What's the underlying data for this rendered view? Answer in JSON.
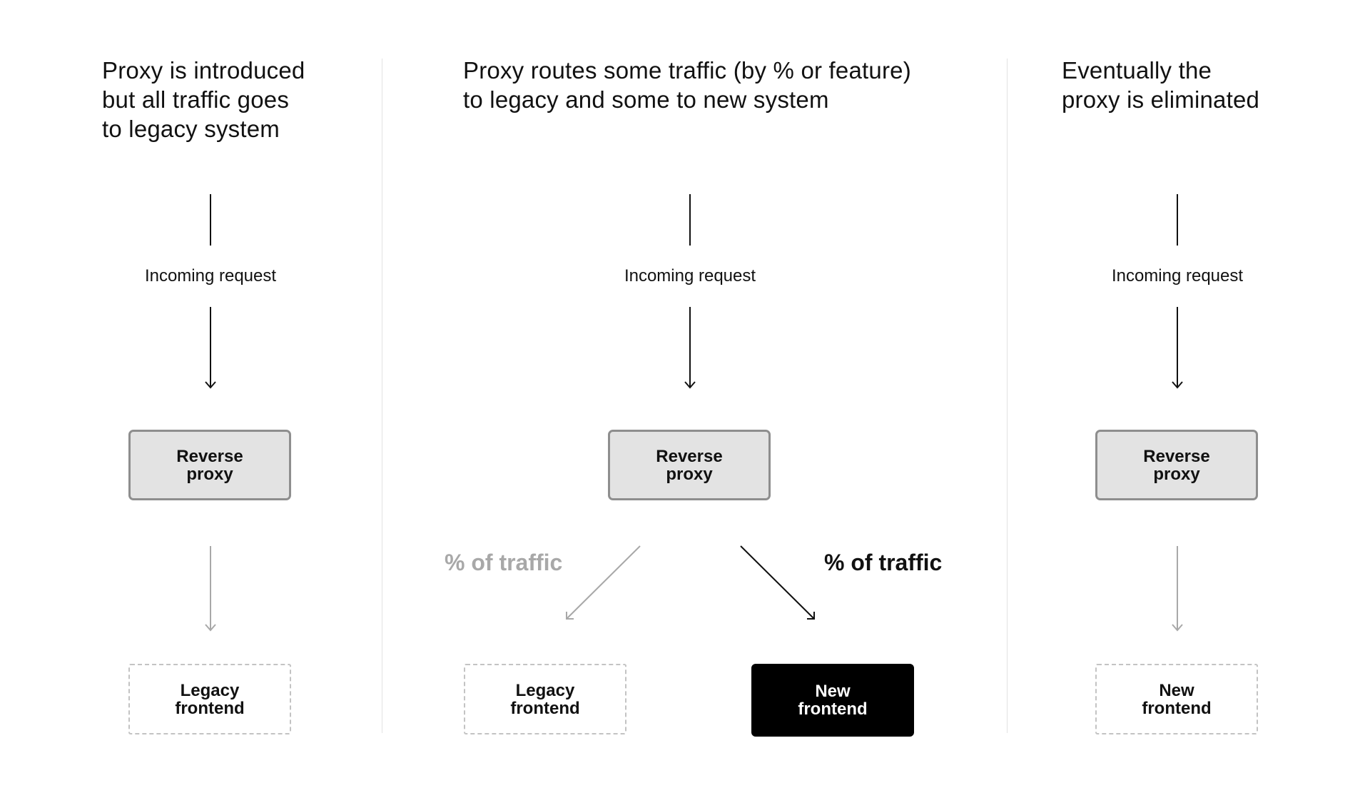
{
  "columns": [
    {
      "heading": [
        "Proxy is introduced",
        "but all traffic goes",
        "to legacy system"
      ],
      "incoming_label": "Incoming request",
      "proxy_box": [
        "Reverse",
        "proxy"
      ],
      "target_box": [
        "Legacy",
        "frontend"
      ]
    },
    {
      "heading": [
        "Proxy routes some traffic (by % or feature)",
        "to legacy and some to new system"
      ],
      "incoming_label": "Incoming request",
      "proxy_box": [
        "Reverse",
        "proxy"
      ],
      "left_traffic_label": "% of traffic",
      "right_traffic_label": "% of traffic",
      "legacy_box": [
        "Legacy",
        "frontend"
      ],
      "new_box": [
        "New",
        "frontend"
      ]
    },
    {
      "heading": [
        "Eventually the",
        "proxy is eliminated"
      ],
      "incoming_label": "Incoming request",
      "proxy_box": [
        "Reverse",
        "proxy"
      ],
      "target_box": [
        "New",
        "frontend"
      ]
    }
  ],
  "colors": {
    "text": "#111111",
    "muted": "#a8a8a8",
    "proxy_fill": "#e3e3e3",
    "proxy_border": "#8e8e8e",
    "dashed_border": "#c3c3c3",
    "new_frontend_fill": "#000000",
    "divider": "#e2e2e2"
  }
}
